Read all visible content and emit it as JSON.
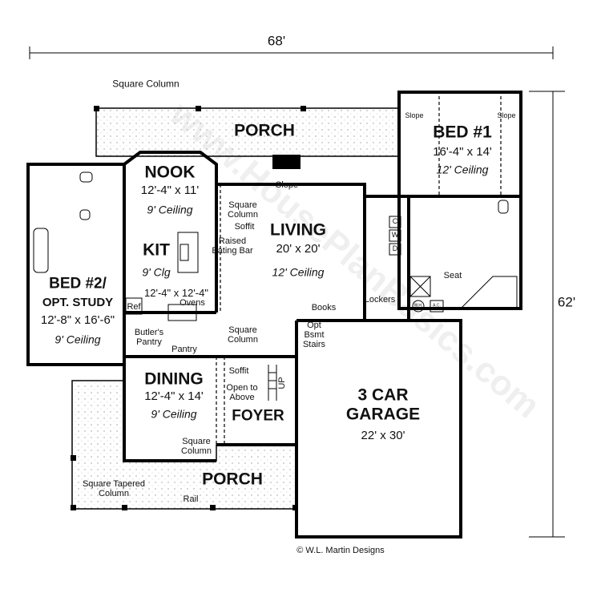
{
  "dimensions": {
    "width": "68'",
    "depth": "62'"
  },
  "rooms": {
    "porch_top": {
      "name": "PORCH"
    },
    "bed1": {
      "name": "BED #1",
      "size": "16'-4\" x 14'",
      "ceiling": "12' Ceiling"
    },
    "nook": {
      "name": "NOOK",
      "size": "12'-4\" x 11'",
      "ceiling": "9' Ceiling"
    },
    "living": {
      "name": "LIVING",
      "size": "20' x 20'",
      "ceiling": "12' Ceiling"
    },
    "kit": {
      "name": "KIT",
      "ceiling": "9' Clg",
      "size": "12'-4\" x 12'-4\""
    },
    "bed2": {
      "name": "BED #2/",
      "name2": "OPT. STUDY",
      "size": "12'-8\" x 16'-6\"",
      "ceiling": "9' Ceiling"
    },
    "dining": {
      "name": "DINING",
      "size": "12'-4\" x 14'",
      "ceiling": "9' Ceiling"
    },
    "foyer": {
      "name": "FOYER"
    },
    "garage": {
      "name": "3 CAR",
      "name2": "GARAGE",
      "size": "22' x 30'"
    },
    "porch_bottom": {
      "name": "PORCH"
    }
  },
  "notes": {
    "square_column_top": "Square Column",
    "slope_center": "Slope",
    "slope_left": "Slope",
    "slope_right": "Slope",
    "square_column_living": "Square Column",
    "soffit_living": "Soffit",
    "raised_eating_bar": "Raised Eating Bar",
    "ovens": "Ovens",
    "ref": "Ref",
    "butlers_pantry": "Butler's Pantry",
    "pantry": "Pantry",
    "square_column_foyer": "Square Column",
    "soffit_foyer": "Soffit",
    "open_to_above": "Open to Above",
    "up": "UP",
    "books": "Books",
    "lockers": "Lockers",
    "opt_bsmt_stairs": "Opt Bsmt Stairs",
    "seat": "Seat",
    "c": "C",
    "w": "W",
    "d": "D",
    "wh": "W.H.",
    "ac": "A.C.",
    "square_column_dining": "Square Column",
    "square_tapered_column": "Square Tapered Column",
    "rail": "Rail"
  },
  "copyright": "© W.L. Martin Designs",
  "watermark": "www.HousePlanBasics.com"
}
